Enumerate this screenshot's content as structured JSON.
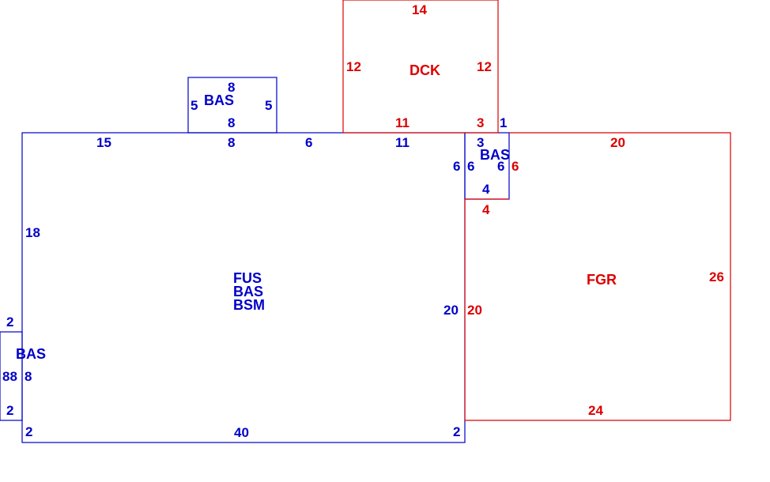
{
  "colors": {
    "living": "#0000c8",
    "other": "#dd0000",
    "background": "#ffffff"
  },
  "areas": {
    "main": {
      "codes": [
        "FUS",
        "BAS",
        "BSM"
      ]
    },
    "bump_top": {
      "code": "BAS"
    },
    "bump_right": {
      "code": "BAS"
    },
    "bump_left": {
      "code": "BAS"
    },
    "deck": {
      "code": "DCK"
    },
    "garage": {
      "code": "FGR"
    }
  },
  "dimensions": {
    "main_top_left": "15",
    "main_top_mid": "8",
    "main_top_right_a": "6",
    "main_top_right_b": "11",
    "main_top_right_c": "3",
    "main_left_upper": "18",
    "main_right": "20",
    "main_bottom": "40",
    "main_bottom_left": "2",
    "main_bottom_right": "2",
    "bump_top_top": "8",
    "bump_top_bottom": "8",
    "bump_top_left": "5",
    "bump_top_right": "5",
    "bump_right_top": "1",
    "bump_right_left": "6",
    "bump_right_left_inner": "6",
    "bump_right_right": "6",
    "bump_right_bottom": "4",
    "bump_left_top": "2",
    "bump_left_bottom": "2",
    "bump_left_left": "88",
    "bump_left_right": "8",
    "deck_top": "14",
    "deck_left": "12",
    "deck_right": "12",
    "deck_bottom_a": "11",
    "deck_bottom_b": "3",
    "garage_top": "20",
    "garage_right": "26",
    "garage_bottom": "24",
    "garage_left": "20",
    "garage_notch_side": "6",
    "garage_notch_bottom": "4"
  }
}
